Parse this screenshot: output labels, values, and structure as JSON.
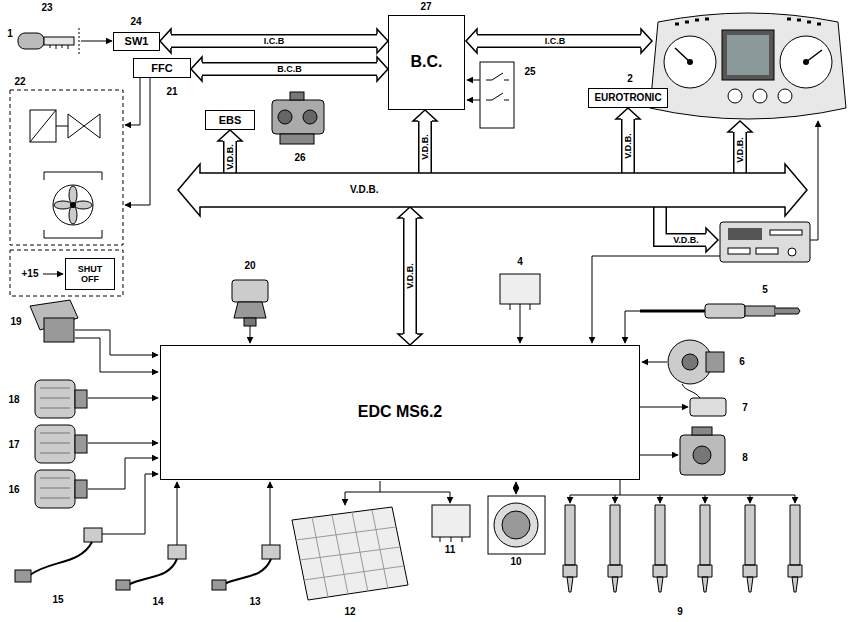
{
  "diagram": {
    "nodes": [
      {
        "text": [
          "SW1"
        ]
      },
      {
        "text": [
          "B.C."
        ]
      },
      {
        "text": [
          "FFC"
        ]
      },
      {
        "text": [
          "EBS"
        ]
      },
      {
        "text": [
          "EUROTRONIC"
        ]
      },
      {
        "text": [
          "V.D.B."
        ]
      },
      {
        "text": [
          "SHUT OFF"
        ]
      },
      {
        "text": [
          "EDC MS6.2"
        ]
      }
    ],
    "edges": [
      {
        "from": 0,
        "to": 1,
        "arrow": "both",
        "label": "I.C.B"
      },
      {
        "from": 2,
        "to": 1,
        "arrow": "both",
        "label": "B.C.B"
      },
      {
        "from": 5,
        "to": 3,
        "arrow": "to",
        "label": "V.D.B."
      },
      {
        "from": 5,
        "to": 1,
        "arrow": "to",
        "label": "V.D.B."
      },
      {
        "from": 5,
        "to": 4,
        "arrow": "to",
        "label": "V.D.B."
      },
      {
        "from": 5,
        "to": 7,
        "arrow": "both",
        "label": "V.D.B."
      }
    ],
    "labels": [
      "23",
      "1",
      "24",
      "27",
      "I.C.B",
      "21",
      "25",
      "2",
      "22",
      "26",
      "V.D.B.",
      "+15",
      "V.D.B.",
      "20",
      "4",
      "5",
      "19",
      "6",
      "18",
      "7",
      "17",
      "8",
      "16",
      "10",
      "11",
      "15",
      "14",
      "13",
      "12",
      "9"
    ]
  }
}
